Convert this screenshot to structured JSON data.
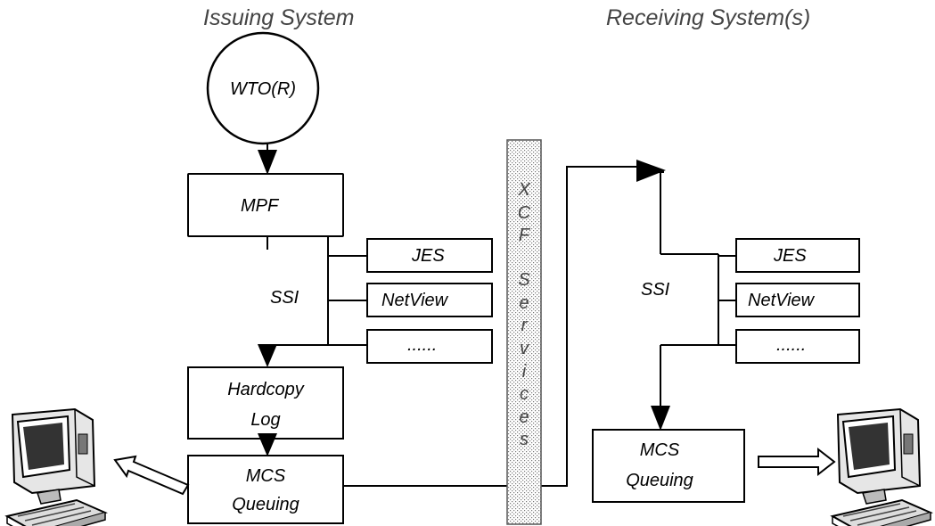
{
  "issuing": {
    "header": "Issuing System",
    "wtor": "WTO(R)",
    "mpf": "MPF",
    "ssi": "SSI",
    "jes": "JES",
    "netview": "NetView",
    "more": "......",
    "hardcopy_line1": "Hardcopy",
    "hardcopy_line2": "Log",
    "mcs_line1": "MCS",
    "mcs_line2": "Queuing"
  },
  "xcf": {
    "letters": [
      "X",
      "C",
      "F",
      "S",
      "e",
      "r",
      "v",
      "i",
      "c",
      "e",
      "s"
    ]
  },
  "receiving": {
    "header": "Receiving System(s)",
    "ssi": "SSI",
    "jes": "JES",
    "netview": "NetView",
    "more": "......",
    "mcs_line1": "MCS",
    "mcs_line2": "Queuing"
  }
}
